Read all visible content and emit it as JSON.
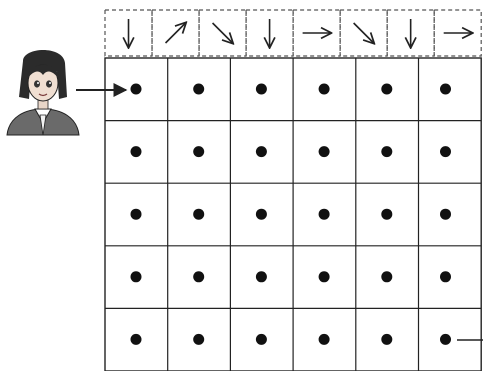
{
  "puzzle": {
    "arrow_row": [
      "down",
      "up-right",
      "down-right",
      "down",
      "right",
      "down-right",
      "down",
      "right"
    ],
    "grid": {
      "rows": 5,
      "cols": 6
    },
    "character": "girl-avatar",
    "entry_row": 1,
    "exit_row": 5
  },
  "colors": {
    "line": "#222222",
    "dot": "#111111",
    "dash": "#555555",
    "background": "#ffffff"
  }
}
